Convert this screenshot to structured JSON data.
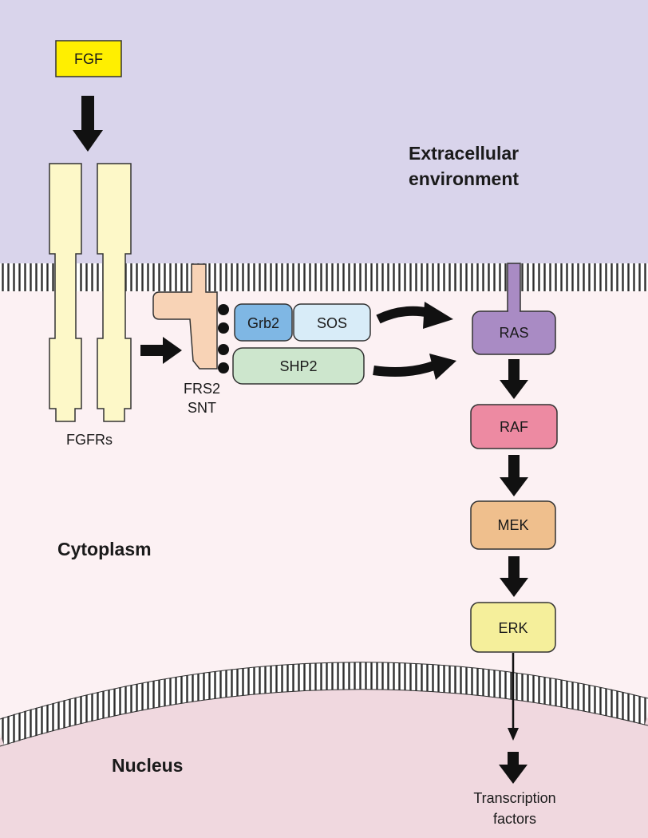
{
  "regions": {
    "extracellular": [
      "Extracellular",
      "environment"
    ],
    "cytoplasm": "Cytoplasm",
    "nucleus": "Nucleus"
  },
  "ligand": "FGF",
  "receptor_label": "FGFRs",
  "adaptor_labels": [
    "FRS2",
    "SNT"
  ],
  "complex": {
    "grb2": "Grb2",
    "sos": "SOS",
    "shp2": "SHP2"
  },
  "cascade": [
    "RAS",
    "RAF",
    "MEK",
    "ERK"
  ],
  "output": [
    "Transcription",
    "factors"
  ],
  "colors": {
    "extracellular": "#d9d4eb",
    "cytoplasm": "#fcf1f3",
    "nucleus": "#f0d8df",
    "membrane": "#3a3a3a",
    "fgf": "#ffef00",
    "receptor": "#fdf8c8",
    "frs2": "#f8d3b6",
    "grb2": "#7fb7e4",
    "sos": "#d8ecf8",
    "shp2": "#cde6cd",
    "ras": "#a98bc4",
    "raf": "#ed8aa2",
    "mek": "#efbf8d",
    "erk": "#f5ef9b"
  }
}
